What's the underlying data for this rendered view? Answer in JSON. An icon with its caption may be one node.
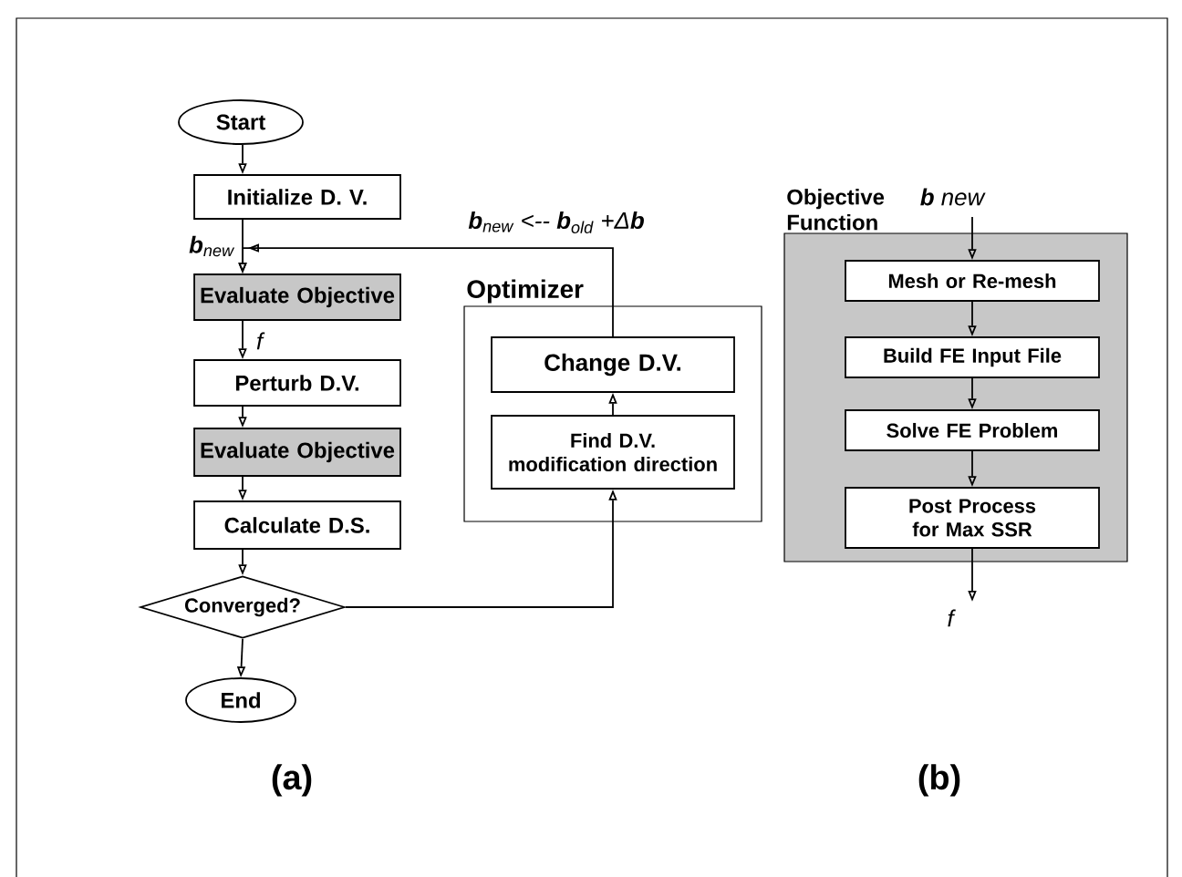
{
  "diagram": {
    "nodes": [
      {
        "text": [
          "Start"
        ]
      },
      {
        "text": [
          "Initialize D. V."
        ]
      },
      {
        "text": [
          "Evaluate Objective"
        ]
      },
      {
        "text": [
          "Perturb D.V."
        ]
      },
      {
        "text": [
          "Evaluate Objective"
        ]
      },
      {
        "text": [
          "Calculate D.S."
        ]
      },
      {
        "text": [
          "Converged?"
        ]
      },
      {
        "text": [
          "End"
        ]
      },
      {
        "text": [
          "Optimizer"
        ]
      },
      {
        "text": [
          "Change D.V."
        ],
        "in": 8
      },
      {
        "text": [
          "Find D.V. modification direction"
        ],
        "in": 8
      },
      {
        "text": [
          "Objective Function"
        ]
      },
      {
        "text": [
          "Mesh or Re-mesh"
        ],
        "in": 11
      },
      {
        "text": [
          "Build FE Input File"
        ],
        "in": 11
      },
      {
        "text": [
          "Solve FE Problem"
        ],
        "in": 11
      },
      {
        "text": [
          "Post Process for Max SSR"
        ],
        "in": 11
      }
    ],
    "edges": [
      {
        "from": 0,
        "to": 1,
        "arrow": "to"
      },
      {
        "from": 1,
        "to": 2,
        "arrow": "to",
        "label": "**b**$_{new}$"
      },
      {
        "from": 2,
        "to": 3,
        "arrow": "to",
        "label": "f"
      },
      {
        "from": 3,
        "to": 4,
        "arrow": "to"
      },
      {
        "from": 4,
        "to": 5,
        "arrow": "to"
      },
      {
        "from": 5,
        "to": 6,
        "arrow": "to"
      },
      {
        "from": 6,
        "to": 7,
        "arrow": "to"
      },
      {
        "from": 6,
        "to": 10,
        "arrow": "to"
      },
      {
        "from": 10,
        "to": 9,
        "arrow": "to"
      },
      {
        "from": 9,
        "to": 2,
        "arrow": "to",
        "label": "**b**$_{new}$ <-- **b**$_{old}$ +Δ**b**"
      },
      {
        "from": null,
        "to": 12,
        "arrow": "to",
        "label": "**b** new"
      },
      {
        "from": 12,
        "to": 13,
        "arrow": "to"
      },
      {
        "from": 13,
        "to": 14,
        "arrow": "to"
      },
      {
        "from": 14,
        "to": 15,
        "arrow": "to"
      },
      {
        "from": 15,
        "to": null,
        "arrow": "to",
        "label": "f"
      }
    ],
    "labels": [
      "(a)",
      "(b)"
    ]
  }
}
